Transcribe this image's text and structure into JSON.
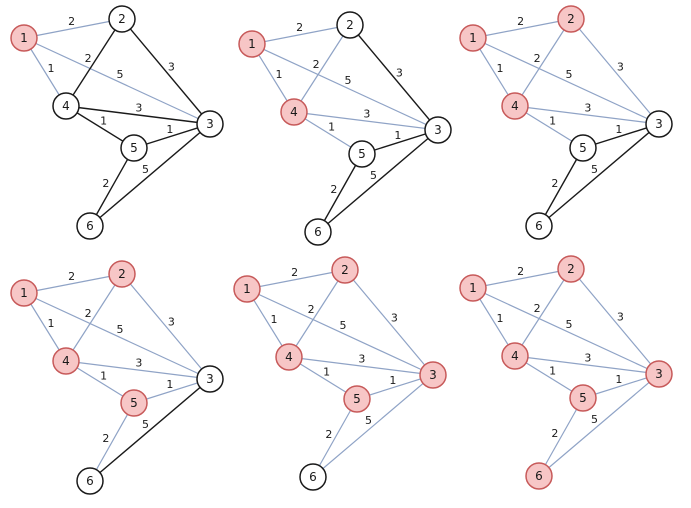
{
  "nodes": [
    "1",
    "2",
    "3",
    "4",
    "5",
    "6"
  ],
  "edges": [
    {
      "from": "1",
      "to": "2",
      "weight": "2"
    },
    {
      "from": "1",
      "to": "4",
      "weight": "1"
    },
    {
      "from": "1",
      "to": "3",
      "weight": "5"
    },
    {
      "from": "2",
      "to": "4",
      "weight": "2"
    },
    {
      "from": "2",
      "to": "3",
      "weight": "3"
    },
    {
      "from": "4",
      "to": "3",
      "weight": "3"
    },
    {
      "from": "4",
      "to": "5",
      "weight": "1"
    },
    {
      "from": "5",
      "to": "3",
      "weight": "1"
    },
    {
      "from": "5",
      "to": "6",
      "weight": "2"
    },
    {
      "from": "6",
      "to": "3",
      "weight": "5"
    }
  ],
  "panels": [
    {
      "visited": [
        "1"
      ],
      "tree_edges": []
    },
    {
      "visited": [
        "1",
        "4"
      ],
      "tree_edges": [
        [
          "1",
          "4"
        ]
      ]
    },
    {
      "visited": [
        "1",
        "4",
        "2"
      ],
      "tree_edges": [
        [
          "1",
          "4"
        ],
        [
          "1",
          "2"
        ]
      ]
    },
    {
      "visited": [
        "1",
        "4",
        "2",
        "5"
      ],
      "tree_edges": [
        [
          "1",
          "4"
        ],
        [
          "1",
          "2"
        ],
        [
          "4",
          "5"
        ]
      ]
    },
    {
      "visited": [
        "1",
        "4",
        "2",
        "5",
        "3"
      ],
      "tree_edges": [
        [
          "1",
          "4"
        ],
        [
          "1",
          "2"
        ],
        [
          "4",
          "5"
        ],
        [
          "5",
          "3"
        ]
      ]
    },
    {
      "visited": [
        "1",
        "4",
        "2",
        "5",
        "3",
        "6"
      ],
      "tree_edges": [
        [
          "1",
          "4"
        ],
        [
          "1",
          "2"
        ],
        [
          "4",
          "5"
        ],
        [
          "5",
          "3"
        ],
        [
          "5",
          "6"
        ]
      ]
    }
  ],
  "colors": {
    "visited_fill": "#f7c6c6",
    "visited_stroke": "#c75a5a",
    "unvisited_fill": "#ffffff",
    "edge_active": "#1a1a1a",
    "edge_processed": "#8fa3c6"
  }
}
